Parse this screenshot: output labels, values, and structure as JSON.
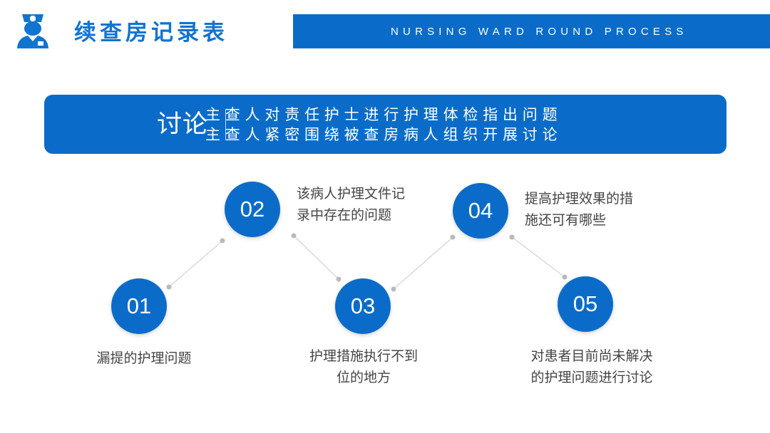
{
  "header": {
    "title": "续查房记录表",
    "subtitle": "NURSING WARD ROUND PROCESS",
    "logo_icon": "nurse-icon"
  },
  "banner": {
    "label": "讨论",
    "line1": "主查人对责任护士进行护理体检指出问题",
    "line2": "主查人紧密围绕被查房病人组织开展讨论"
  },
  "steps": [
    {
      "number": "01",
      "lines": [
        "漏提的护理问题"
      ]
    },
    {
      "number": "02",
      "lines": [
        "该病人护理文件记",
        "录中存在的问题"
      ]
    },
    {
      "number": "03",
      "lines": [
        "护理措施执行不到",
        "位的地方"
      ]
    },
    {
      "number": "04",
      "lines": [
        "提高护理效果的措",
        "施还可有哪些"
      ]
    },
    {
      "number": "05",
      "lines": [
        "对患者目前尚未解决",
        "的护理问题进行讨论"
      ]
    }
  ],
  "colors": {
    "primary": "#0A6CC8",
    "title": "#1174CF",
    "connector": "#D5D5D5",
    "dot": "#B9B9B9",
    "text": "#444444"
  }
}
